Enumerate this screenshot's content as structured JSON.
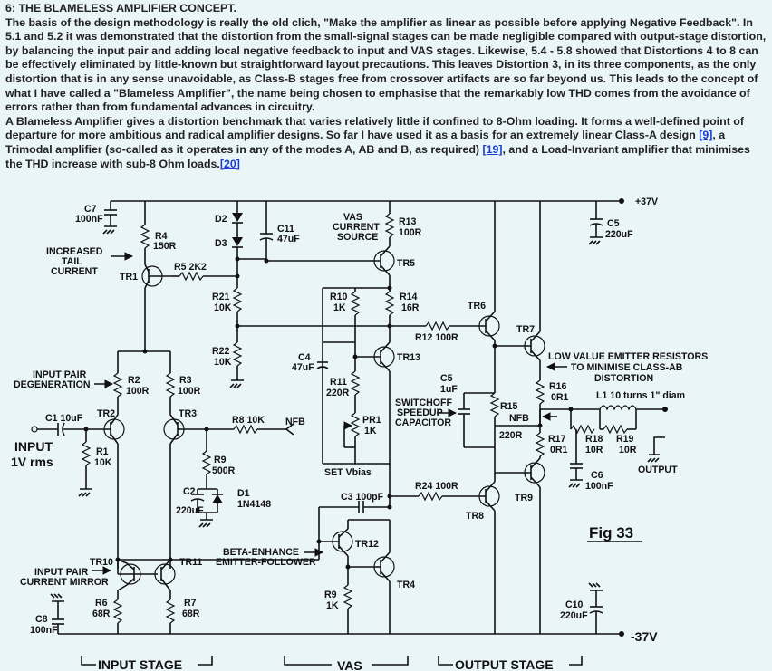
{
  "article": {
    "heading": "6: THE BLAMELESS AMPLIFIER CONCEPT.",
    "para1_pre": "The basis of the design methodology is really the old clich, \"Make the amplifier as linear as possible before applying Negative Feedback\". In 5.1 and 5.2 it was demonstrated that the distortion from the small-signal stages can be made negligible compared with output-stage distortion, by balancing the input pair and adding local negative feedback to input and VAS stages. Likewise, 5.4 - 5.8 showed that Distortions 4 to 8 can be effectively eliminated by little-known but straightforward layout precautions. This leaves Distortion 3, in its three components, as the only distortion that is in any sense unavoidable, as Class-B stages free from crossover artifacts are so far beyond us. This leads to the concept of what I have called a \"Blameless Amplifier\", the name being chosen to emphasise that the remarkably low THD comes from the avoidance of errors rather than from fundamental advances in circuitry.",
    "para2_a": "A Blameless Amplifier gives a distortion benchmark that varies relatively little if confined to 8-Ohm loading. It forms a well-defined point of departure for more ambitious and radical amplifier designs. So far I have used it as a basis for an extremely linear Class-A design ",
    "ref1": "[9]",
    "para2_b": ", a Trimodal amplifier (so-called as it operates in any of the modes A, AB and B, as required) ",
    "ref2": "[19]",
    "para2_c": ", and a Load-Invariant amplifier that minimises the THD increase with sub-8 Ohm loads.",
    "ref3": "[20]"
  },
  "schematic": {
    "rail_pos": "+37V",
    "rail_neg": "-37V",
    "c7": "C7",
    "c7v": "100nF",
    "r4": "R4",
    "r4v": "150R",
    "inc1": "INCREASED",
    "inc2": "TAIL",
    "inc3": "CURRENT",
    "tr1": "TR1",
    "r5": "R5 2K2",
    "d2": "D2",
    "d3": "D3",
    "c11": "C11",
    "c11v": "47uF",
    "vas1": "VAS",
    "vas2": "CURRENT",
    "vas3": "SOURCE",
    "r13": "R13",
    "r13v": "100R",
    "tr5": "TR5",
    "c5a": "C5",
    "c5av": "220uF",
    "r21": "R21",
    "r21v": "10K",
    "r22": "R22",
    "r22v": "10K",
    "r10": "R10",
    "r10v": "1K",
    "r14": "R14",
    "r14v": "16R",
    "tr6": "TR6",
    "r12": "R12 100R",
    "tr7": "TR7",
    "c4": "C4",
    "c4v": "47uF",
    "tr13": "TR13",
    "lowv1": "LOW VALUE EMITTER RESISTORS",
    "lowv2": "TO MINIMISE CLASS-AB",
    "lowv3": "DISTORTION",
    "degen1": "INPUT PAIR",
    "degen2": "DEGENERATION",
    "r2": "R2",
    "r2v": "100R",
    "r3": "R3",
    "r3v": "100R",
    "r11": "R11",
    "r11v": "220R",
    "c5b": "C5",
    "c5bv": "1uF",
    "r16": "R16",
    "r16v": "0R1",
    "l1": "L1  10 turns 1\" diam",
    "c1": "C1  10uF",
    "tr2": "TR2",
    "tr3": "TR3",
    "r8": "R8 10K",
    "nfb1": "NFB",
    "sw1": "SWITCHOFF",
    "sw2": "SPEEDUP",
    "sw3": "CAPACITOR",
    "pr1": "PR1",
    "pr1v": "1K",
    "r15": "R15",
    "r15v": "220R",
    "nfb2": "NFB",
    "r17": "R17",
    "r17v": "0R1",
    "r18": "R18",
    "r18v": "10R",
    "r19": "R19",
    "r19v": "10R",
    "input1": "INPUT",
    "input2": "1V rms",
    "r1": "R1",
    "r1v": "10K",
    "r9a": "R9",
    "r9av": "500R",
    "setv": "SET Vbias",
    "output": "OUTPUT",
    "c6": "C6",
    "c6v": "100nF",
    "c2": "C2",
    "c2v": "220uF",
    "d1": "D1",
    "d1v": "1N4148",
    "c3": "C3 100pF",
    "r24": "R24  100R",
    "tr8": "TR8",
    "tr9": "TR9",
    "fig": "Fig 33",
    "beta1": "BETA-ENHANCE",
    "beta2": "EMITTER-FOLLOWER",
    "tr12": "TR12",
    "tr10": "TR10",
    "tr11": "TR11",
    "mir1": "INPUT PAIR",
    "mir2": "CURRENT MIRROR",
    "tr4": "TR4",
    "r6": "R6",
    "r6v": "68R",
    "r7": "R7",
    "r7v": "68R",
    "r9b": "R9",
    "r9bv": "1K",
    "c8": "C8",
    "c8v": "100nF",
    "c10": "C10",
    "c10v": "220uF",
    "stage_in": "INPUT STAGE",
    "stage_vas": "VAS",
    "stage_out": "OUTPUT STAGE"
  }
}
